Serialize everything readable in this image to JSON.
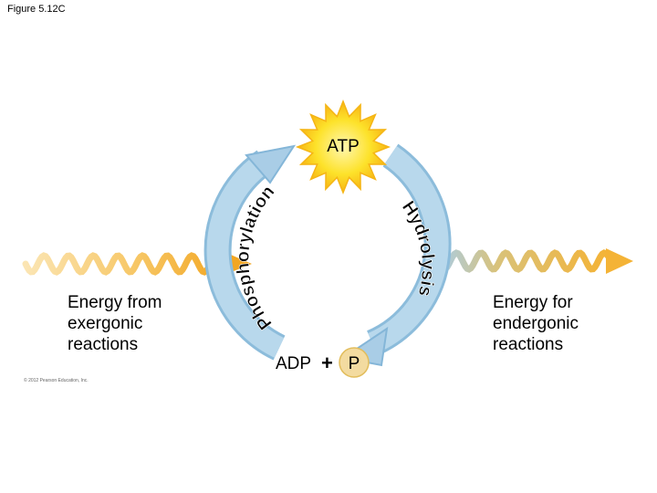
{
  "figure_label": "Figure 5.12C",
  "copyright": "© 2012 Pearson Education, Inc.",
  "atp_label": "ATP",
  "adp_label": "ADP",
  "plus_sign": "+",
  "phosphate_label": "P",
  "phosphorylation_label": "Phosphorylation",
  "hydrolysis_label": "Hydrolysis",
  "left_text": [
    "Energy from",
    "exergonic",
    "reactions"
  ],
  "right_text": [
    "Energy for",
    "endergonic",
    "reactions"
  ],
  "colors": {
    "arrow_blue": "#a9cde6",
    "arrow_blue_dark": "#84b6d8",
    "starburst": "#fde22a",
    "starburst_edge": "#f5b515",
    "wave_orange": "#f4b336",
    "wave_light": "#f8d58d",
    "wave_right_tan": "#d9c27a",
    "wave_right_blue": "#a9cde6"
  }
}
